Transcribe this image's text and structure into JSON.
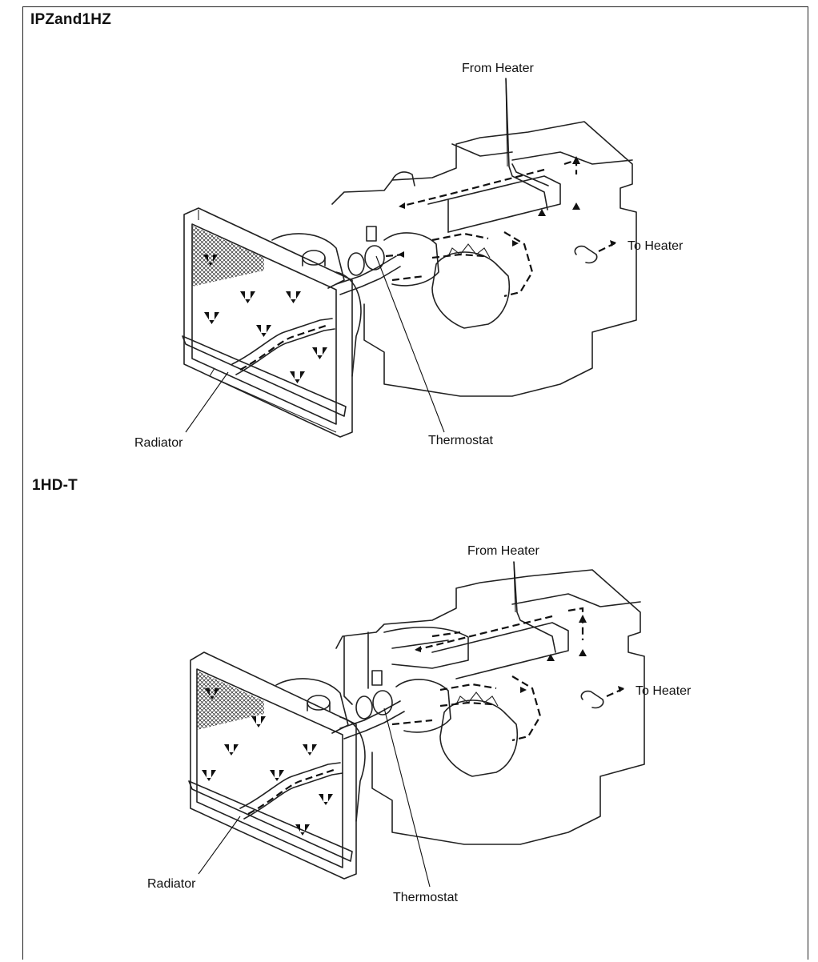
{
  "sections": [
    {
      "title": "IPZand1HZ",
      "labels": {
        "from_heater": "From Heater",
        "to_heater": "To Heater",
        "radiator": "Radiator",
        "thermostat": "Thermostat"
      }
    },
    {
      "title": "1HD-T",
      "labels": {
        "from_heater": "From Heater",
        "to_heater": "To Heater",
        "radiator": "Radiator",
        "thermostat": "Thermostat"
      }
    }
  ]
}
